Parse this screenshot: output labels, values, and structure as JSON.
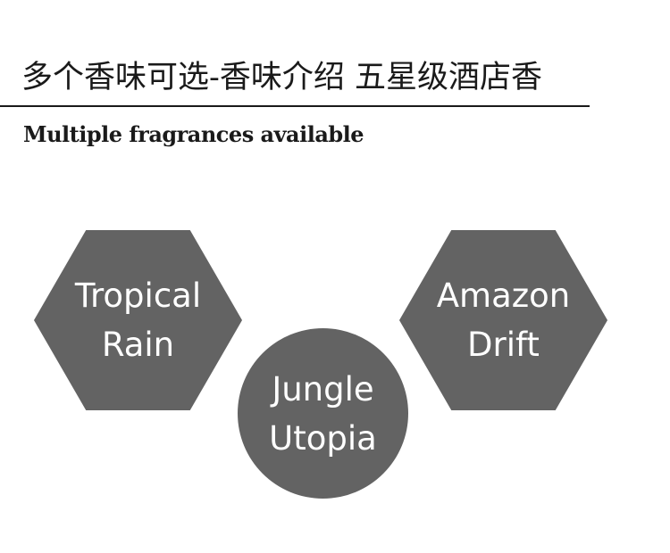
{
  "header": {
    "title": "多个香味可选-香味介绍 五星级酒店香",
    "subtitle": "Multiple fragrances available"
  },
  "fragrances": [
    {
      "line1": "Tropical",
      "line2": "Rain",
      "shape": "hexagon"
    },
    {
      "line1": "Jungle",
      "line2": "Utopia",
      "shape": "circle"
    },
    {
      "line1": "Amazon",
      "line2": "Drift",
      "shape": "hexagon"
    }
  ],
  "colors": {
    "shape_fill": "#636363",
    "text_dark": "#1a1a1a",
    "text_light": "#ffffff"
  }
}
